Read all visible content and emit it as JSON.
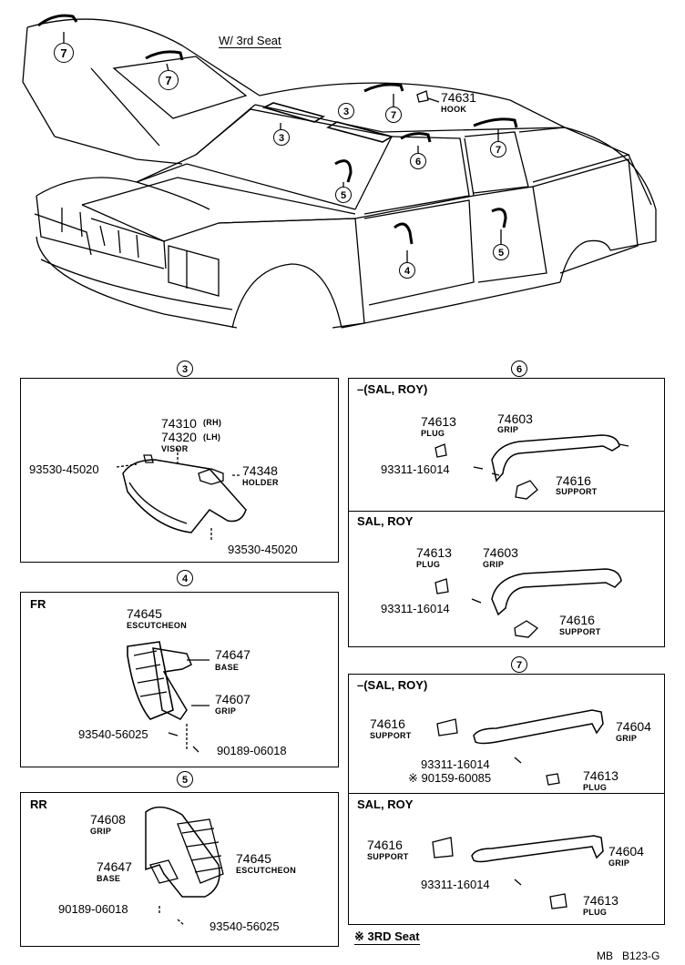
{
  "header": {
    "variant_label": "W/ 3rd Seat"
  },
  "callouts": {
    "c3": "3",
    "c4": "4",
    "c5": "5",
    "c6": "6",
    "c7": "7"
  },
  "overview": {
    "hook_number": "74631",
    "hook_label": "HOOK"
  },
  "panel3": {
    "visor_rh": "74310",
    "rh_tag": "(RH)",
    "visor_lh": "74320",
    "lh_tag": "(LH)",
    "visor_label": "VISOR",
    "holder_number": "74348",
    "holder_label": "HOLDER",
    "screw_top": "93530-45020",
    "screw_bottom": "93530-45020"
  },
  "panel4": {
    "tag": "FR",
    "escutcheon_number": "74645",
    "escutcheon_label": "ESCUTCHEON",
    "base_number": "74647",
    "base_label": "BASE",
    "grip_number": "74607",
    "grip_label": "GRIP",
    "screw": "93540-56025",
    "nut": "90189-06018"
  },
  "panel5": {
    "tag": "RR",
    "grip_number": "74608",
    "grip_label": "GRIP",
    "base_number": "74647",
    "base_label": "BASE",
    "escutcheon_number": "74645",
    "escutcheon_label": "ESCUTCHEON",
    "nut": "90189-06018",
    "screw": "93540-56025"
  },
  "panel6a": {
    "tag": "–(SAL, ROY)",
    "plug_number": "74613",
    "plug_label": "PLUG",
    "grip_number": "74603",
    "grip_label": "GRIP",
    "screw": "93311-16014",
    "support_number": "74616",
    "support_label": "SUPPORT"
  },
  "panel6b": {
    "tag": "SAL, ROY",
    "plug_number": "74613",
    "plug_label": "PLUG",
    "grip_number": "74603",
    "grip_label": "GRIP",
    "screw": "93311-16014",
    "support_number": "74616",
    "support_label": "SUPPORT"
  },
  "panel7a": {
    "tag": "–(SAL, ROY)",
    "support_number": "74616",
    "support_label": "SUPPORT",
    "grip_number": "74604",
    "grip_label": "GRIP",
    "screw": "93311-16014",
    "screw_3rd": "※ 90159-60085",
    "plug_number": "74613",
    "plug_label": "PLUG"
  },
  "panel7b": {
    "tag": "SAL, ROY",
    "support_number": "74616",
    "support_label": "SUPPORT",
    "grip_number": "74604",
    "grip_label": "GRIP",
    "screw": "93311-16014",
    "plug_number": "74613",
    "plug_label": "PLUG"
  },
  "footer": {
    "note": "※ 3RD Seat",
    "code": "MB   B123-G"
  }
}
